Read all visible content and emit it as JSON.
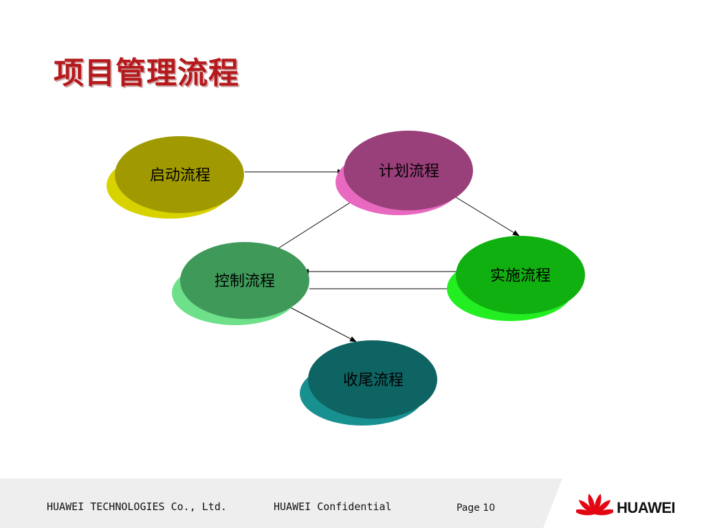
{
  "title": "项目管理流程",
  "nodes": [
    {
      "id": "start",
      "label": "启动流程",
      "color": "#a09a00",
      "shadow": "#d8d200"
    },
    {
      "id": "plan",
      "label": "计划流程",
      "color": "#993f7a",
      "shadow": "#e86ac0"
    },
    {
      "id": "control",
      "label": "控制流程",
      "color": "#3f9a5a",
      "shadow": "#6ee08a"
    },
    {
      "id": "execute",
      "label": "实施流程",
      "color": "#11b011",
      "shadow": "#22ee22"
    },
    {
      "id": "close",
      "label": "收尾流程",
      "color": "#0e6363",
      "shadow": "#189090"
    }
  ],
  "edges": [
    {
      "from": "start",
      "to": "plan"
    },
    {
      "from": "plan",
      "to": "execute"
    },
    {
      "from": "control",
      "to": "plan"
    },
    {
      "from": "execute",
      "to": "control"
    },
    {
      "from": "control",
      "to": "execute"
    },
    {
      "from": "control",
      "to": "close"
    }
  ],
  "footer": {
    "company": "HUAWEI TECHNOLOGIES Co., Ltd.",
    "confidential": "HUAWEI Confidential",
    "page": "Page 10",
    "logo_text": "HUAWEI",
    "logo_icon": "huawei-flower-icon",
    "logo_color": "#e30613"
  }
}
